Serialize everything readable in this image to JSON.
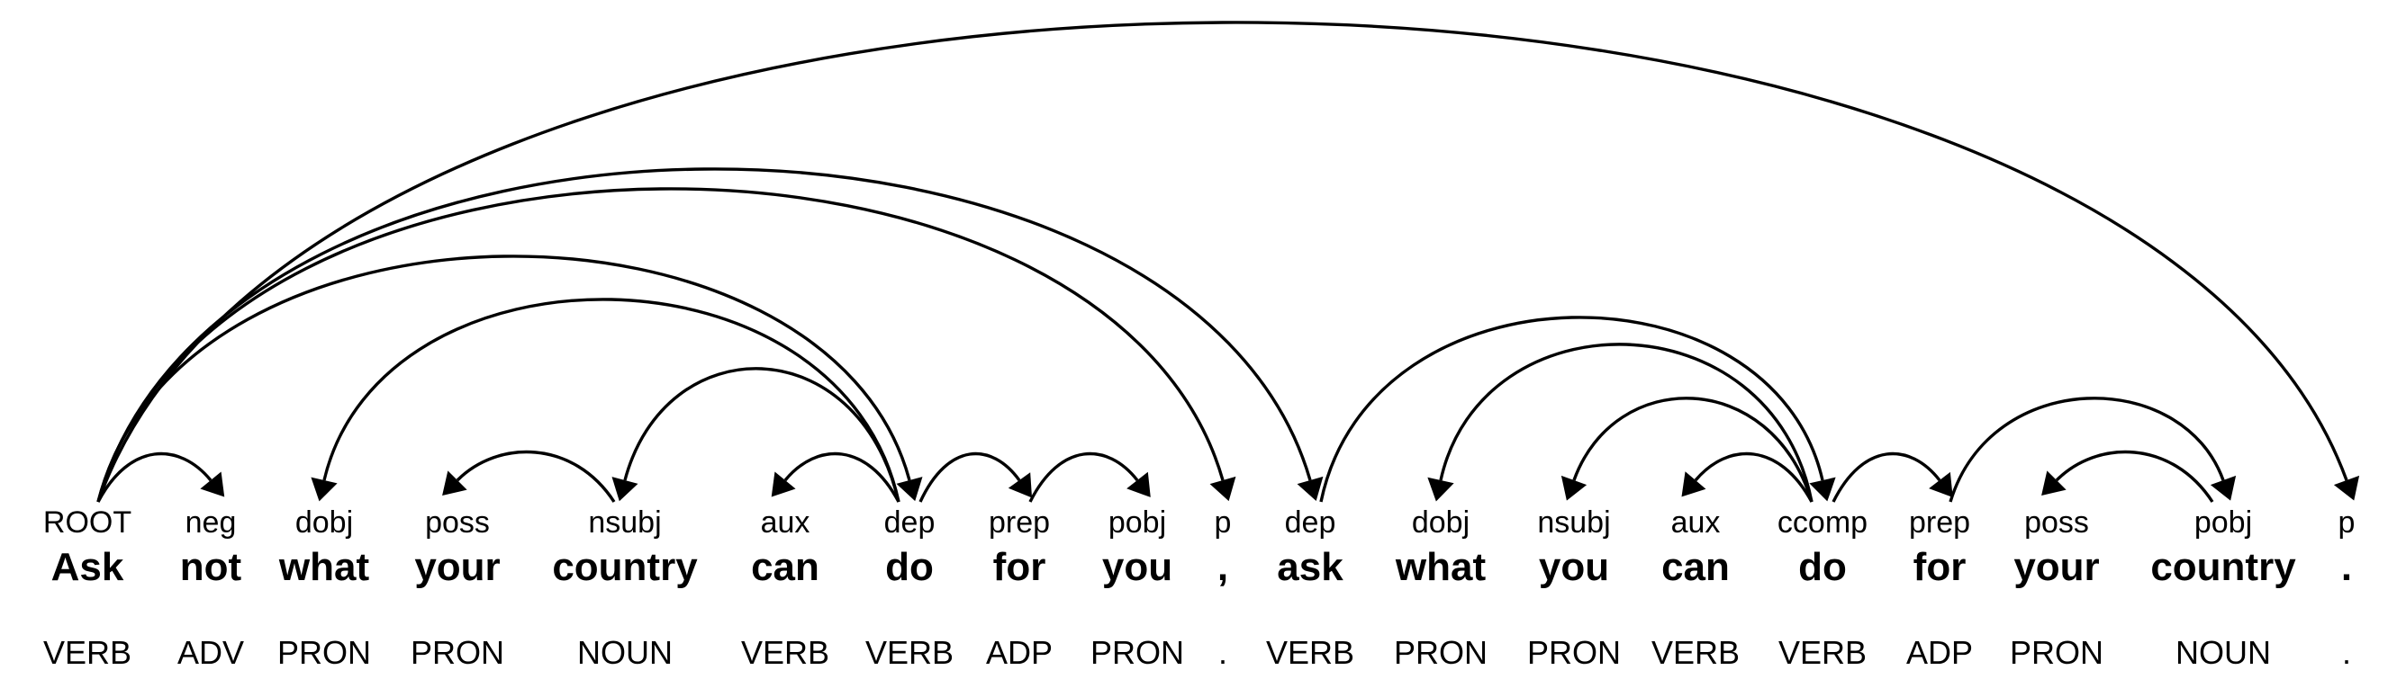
{
  "figure": {
    "kind": "dependency-parse-diagram",
    "ink_color": "#000000",
    "background_color": "#ffffff"
  },
  "tokens": [
    {
      "text": "Ask",
      "label": "ROOT",
      "pos": "VERB"
    },
    {
      "text": "not",
      "label": "neg",
      "pos": "ADV"
    },
    {
      "text": "what",
      "label": "dobj",
      "pos": "PRON"
    },
    {
      "text": "your",
      "label": "poss",
      "pos": "PRON"
    },
    {
      "text": "country",
      "label": "nsubj",
      "pos": "NOUN"
    },
    {
      "text": "can",
      "label": "aux",
      "pos": "VERB"
    },
    {
      "text": "do",
      "label": "dep",
      "pos": "VERB"
    },
    {
      "text": "for",
      "label": "prep",
      "pos": "ADP"
    },
    {
      "text": "you",
      "label": "pobj",
      "pos": "PRON"
    },
    {
      "text": ",",
      "label": "p",
      "pos": "."
    },
    {
      "text": "ask",
      "label": "dep",
      "pos": "VERB"
    },
    {
      "text": "what",
      "label": "dobj",
      "pos": "PRON"
    },
    {
      "text": "you",
      "label": "nsubj",
      "pos": "PRON"
    },
    {
      "text": "can",
      "label": "aux",
      "pos": "VERB"
    },
    {
      "text": "do",
      "label": "ccomp",
      "pos": "VERB"
    },
    {
      "text": "for",
      "label": "prep",
      "pos": "ADP"
    },
    {
      "text": "your",
      "label": "poss",
      "pos": "PRON"
    },
    {
      "text": "country",
      "label": "pobj",
      "pos": "NOUN"
    },
    {
      "text": ".",
      "label": "p",
      "pos": "."
    }
  ],
  "root": {
    "index": 0,
    "label": "ROOT"
  },
  "arcs": [
    {
      "head": 0,
      "dep": 1,
      "relation": "neg"
    },
    {
      "head": 6,
      "dep": 2,
      "relation": "dobj"
    },
    {
      "head": 4,
      "dep": 3,
      "relation": "poss"
    },
    {
      "head": 6,
      "dep": 4,
      "relation": "nsubj"
    },
    {
      "head": 6,
      "dep": 5,
      "relation": "aux"
    },
    {
      "head": 0,
      "dep": 6,
      "relation": "dep"
    },
    {
      "head": 6,
      "dep": 7,
      "relation": "prep"
    },
    {
      "head": 7,
      "dep": 8,
      "relation": "pobj"
    },
    {
      "head": 0,
      "dep": 9,
      "relation": "p"
    },
    {
      "head": 0,
      "dep": 10,
      "relation": "dep"
    },
    {
      "head": 14,
      "dep": 11,
      "relation": "dobj"
    },
    {
      "head": 14,
      "dep": 12,
      "relation": "nsubj"
    },
    {
      "head": 14,
      "dep": 13,
      "relation": "aux"
    },
    {
      "head": 10,
      "dep": 14,
      "relation": "ccomp"
    },
    {
      "head": 14,
      "dep": 15,
      "relation": "prep"
    },
    {
      "head": 17,
      "dep": 16,
      "relation": "poss"
    },
    {
      "head": 15,
      "dep": 17,
      "relation": "pobj"
    },
    {
      "head": 0,
      "dep": 18,
      "relation": "p"
    }
  ]
}
